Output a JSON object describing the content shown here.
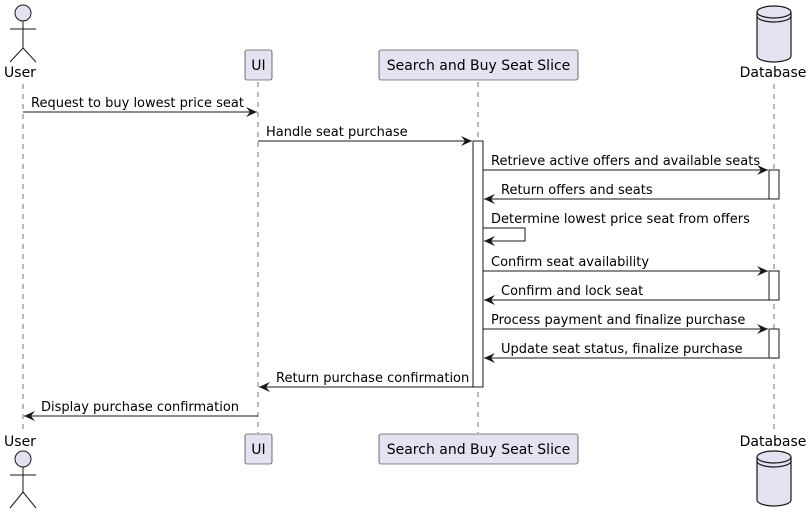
{
  "colors": {
    "participant_fill": "#E2E2F0",
    "participant_stroke": "#181818",
    "lifeline": "#181818",
    "activation_fill": "#FFFFFF",
    "text": "#000000",
    "background": "#FFFFFF"
  },
  "participants": [
    {
      "id": "user",
      "label": "User",
      "kind": "actor"
    },
    {
      "id": "ui",
      "label": "UI",
      "kind": "box"
    },
    {
      "id": "slice",
      "label": "Search and Buy Seat Slice",
      "kind": "box"
    },
    {
      "id": "db",
      "label": "Database",
      "kind": "database"
    }
  ],
  "messages": [
    {
      "from": "user",
      "to": "ui",
      "label": "Request to buy lowest price seat"
    },
    {
      "from": "ui",
      "to": "slice",
      "label": "Handle seat purchase"
    },
    {
      "from": "slice",
      "to": "db",
      "label": "Retrieve active offers and available seats"
    },
    {
      "from": "db",
      "to": "slice",
      "label": "Return offers and seats"
    },
    {
      "from": "slice",
      "to": "slice",
      "label": "Determine lowest price seat from offers"
    },
    {
      "from": "slice",
      "to": "db",
      "label": "Confirm seat availability"
    },
    {
      "from": "db",
      "to": "slice",
      "label": "Confirm and lock seat"
    },
    {
      "from": "slice",
      "to": "db",
      "label": "Process payment and finalize purchase"
    },
    {
      "from": "db",
      "to": "slice",
      "label": "Update seat status, finalize purchase"
    },
    {
      "from": "slice",
      "to": "ui",
      "label": "Return purchase confirmation"
    },
    {
      "from": "ui",
      "to": "user",
      "label": "Display purchase confirmation"
    }
  ]
}
